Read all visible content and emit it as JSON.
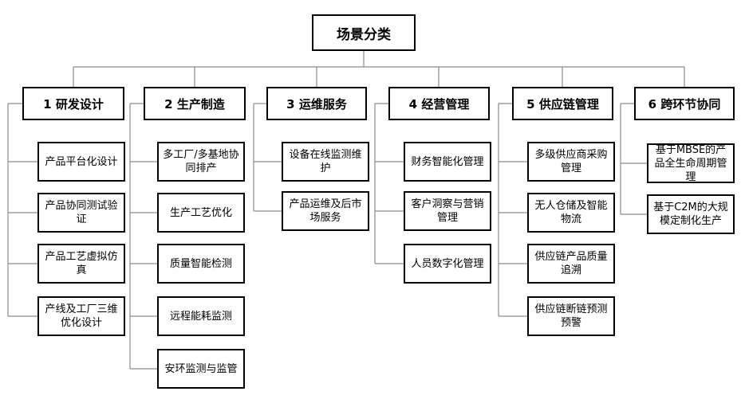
{
  "root": {
    "label": "场景分类"
  },
  "categories": [
    {
      "label": "1 研发设计",
      "children": [
        "产品平台化设计",
        "产品协同测试验证",
        "产品工艺虚拟仿真",
        "产线及工厂三维优化设计"
      ]
    },
    {
      "label": "2 生产制造",
      "children": [
        "多工厂/多基地协同排产",
        "生产工艺优化",
        "质量智能检测",
        "远程能耗监测",
        "安环监测与监管"
      ]
    },
    {
      "label": "3 运维服务",
      "children": [
        "设备在线监测维护",
        "产品运维及后市场服务"
      ]
    },
    {
      "label": "4 经营管理",
      "children": [
        "财务智能化管理",
        "客户洞察与营销管理",
        "人员数字化管理"
      ]
    },
    {
      "label": "5 供应链管理",
      "children": [
        "多级供应商采购管理",
        "无人仓储及智能物流",
        "供应链产品质量追溯",
        "供应链断链预测预警"
      ]
    },
    {
      "label": "6 跨环节协同",
      "children": [
        "基于MBSE的产品全生命周期管理",
        "基于C2M的大规模定制化生产"
      ]
    }
  ]
}
